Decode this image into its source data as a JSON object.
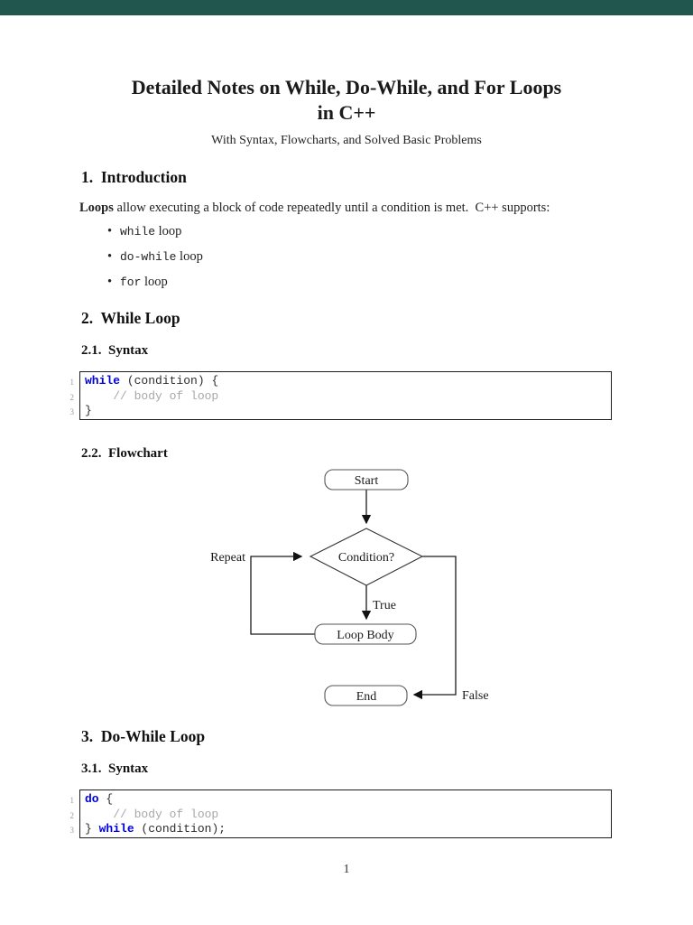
{
  "colors": {
    "top_bar": "#21564f",
    "keyword": "#0000dd",
    "comment": "#a8a8a8"
  },
  "header": {
    "title_line1": "Detailed Notes on While, Do-While, and For Loops",
    "title_line2": "in C++",
    "subtitle": "With Syntax, Flowcharts, and Solved Basic Problems"
  },
  "intro": {
    "heading": "1.  Introduction",
    "lead_bold": "Loops",
    "lead_rest": " allow executing a block of code repeatedly until a condition is met.  C++ supports:",
    "bullet_char": "•",
    "bullets": [
      {
        "code": "while",
        "rest": " loop"
      },
      {
        "code": "do-while",
        "rest": " loop"
      },
      {
        "code": "for",
        "rest": " loop"
      }
    ]
  },
  "while_loop": {
    "heading": "2.  While Loop",
    "syntax_heading": "2.1.  Syntax",
    "flowchart_heading": "2.2.  Flowchart"
  },
  "code_while": {
    "n1": "1",
    "n2": "2",
    "n3": "3",
    "l1_kw": "while",
    "l1_rest": " (condition) {",
    "l2_comment": "    // body of loop",
    "l3_plain": "}"
  },
  "flowchart": {
    "start": "Start",
    "condition": "Condition?",
    "loop_body": "Loop Body",
    "end": "End",
    "repeat_label": "Repeat",
    "true_label": "True",
    "false_label": "False"
  },
  "dowhile_loop": {
    "heading": "3.  Do-While Loop",
    "syntax_heading": "3.1.  Syntax"
  },
  "code_dowhile": {
    "n1": "1",
    "n2": "2",
    "n3": "3",
    "l1_kw": "do",
    "l1_rest": " {",
    "l2_comment": "    // body of loop",
    "l3_pre": "} ",
    "l3_kw": "while",
    "l3_rest": " (condition);"
  },
  "footer": {
    "page_number": "1"
  }
}
